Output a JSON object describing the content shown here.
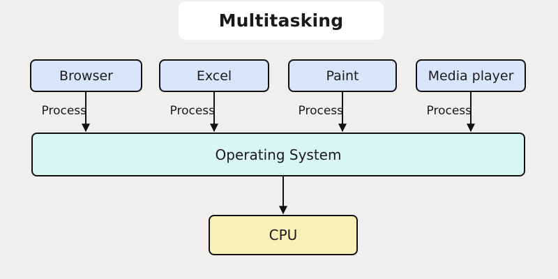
{
  "title": "Multitasking",
  "colors": {
    "background": "#f0efed",
    "title_bg": "#ffffff",
    "app_fill": "#d9e5fb",
    "os_fill": "#d9f7f1",
    "cpu_fill": "#f8f0b6",
    "border": "#111111",
    "text": "#1a1a1a"
  },
  "app_nodes": [
    {
      "label": "Browser"
    },
    {
      "label": "Excel"
    },
    {
      "label": "Paint"
    },
    {
      "label": "Media player"
    }
  ],
  "process_edges": [
    {
      "label": "Process"
    },
    {
      "label": "Process"
    },
    {
      "label": "Process"
    },
    {
      "label": "Process"
    }
  ],
  "os_node": {
    "label": "Operating System"
  },
  "cpu_node": {
    "label": "CPU"
  }
}
